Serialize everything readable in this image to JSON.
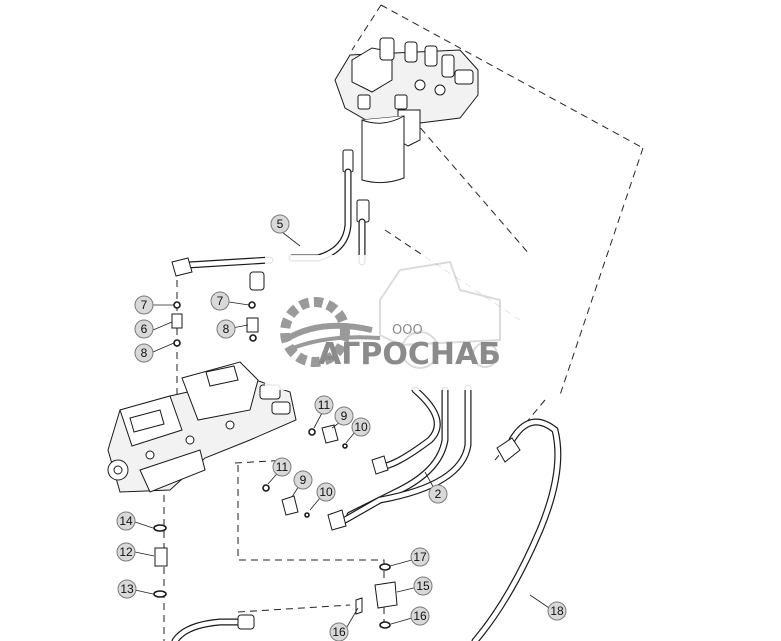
{
  "diagram": {
    "callouts": [
      {
        "label": "5"
      },
      {
        "label": "7"
      },
      {
        "label": "6"
      },
      {
        "label": "8"
      },
      {
        "label": "7"
      },
      {
        "label": "8"
      },
      {
        "label": "11"
      },
      {
        "label": "9"
      },
      {
        "label": "10"
      },
      {
        "label": "11"
      },
      {
        "label": "9"
      },
      {
        "label": "10"
      },
      {
        "label": "2"
      },
      {
        "label": "14"
      },
      {
        "label": "12"
      },
      {
        "label": "13"
      },
      {
        "label": "17"
      },
      {
        "label": "15"
      },
      {
        "label": "16"
      },
      {
        "label": "16"
      },
      {
        "label": "18"
      }
    ]
  },
  "watermark": {
    "company_prefix": "ООО",
    "company_name": "АГРОСНАБ",
    "colors": {
      "gear": "#9a9a9a",
      "text": "#8b8b8b",
      "backdrop": "#ffffff"
    }
  },
  "colors": {
    "line": "#1a1a1a",
    "callout_fill": "#d9d9d9",
    "background": "#ffffff"
  }
}
